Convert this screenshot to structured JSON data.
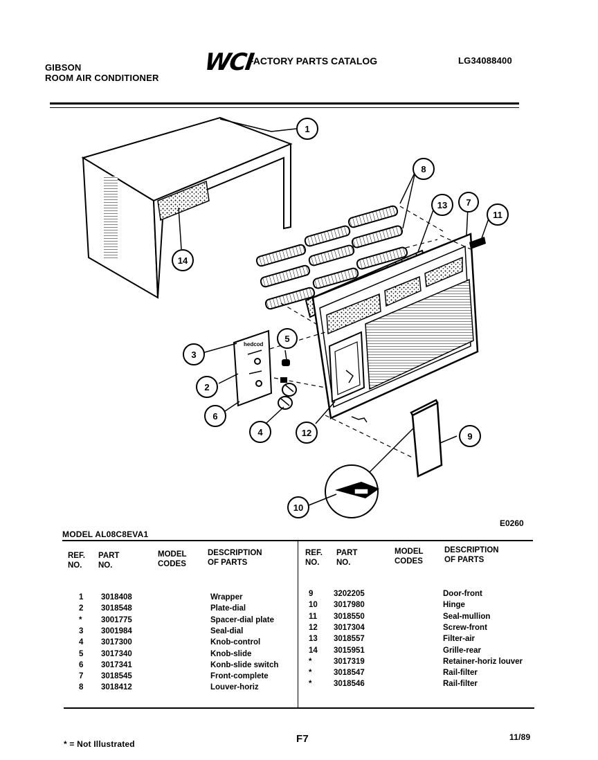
{
  "header": {
    "brand": "GIBSON",
    "subtitle": "ROOM AIR CONDITIONER",
    "logo": "WCI",
    "catalog_title": "FACTORY PARTS CATALOG",
    "catalog_number": "LG34088400"
  },
  "diagram": {
    "callouts": [
      "1",
      "2",
      "3",
      "4",
      "5",
      "6",
      "7",
      "8",
      "9",
      "10",
      "11",
      "12",
      "13",
      "14"
    ],
    "figure_code": "E0260"
  },
  "model_label": "MODEL AL08C8EVA1",
  "table": {
    "headers": {
      "ref": [
        "REF.",
        "NO."
      ],
      "part": [
        "PART",
        "NO."
      ],
      "model": [
        "MODEL",
        "CODES"
      ],
      "desc": [
        "DESCRIPTION",
        "OF PARTS"
      ]
    },
    "left_rows": [
      {
        "ref": "1",
        "part": "3018408",
        "desc": "Wrapper"
      },
      {
        "ref": "2",
        "part": "3018548",
        "desc": "Plate-dial"
      },
      {
        "ref": "*",
        "part": "3001775",
        "desc": "Spacer-dial plate"
      },
      {
        "ref": "3",
        "part": "3001984",
        "desc": "Seal-dial"
      },
      {
        "ref": "4",
        "part": "3017300",
        "desc": "Knob-control"
      },
      {
        "ref": "5",
        "part": "3017340",
        "desc": "Knob-slide"
      },
      {
        "ref": "6",
        "part": "3017341",
        "desc": "Konb-slide switch"
      },
      {
        "ref": "7",
        "part": "3018545",
        "desc": "Front-complete"
      },
      {
        "ref": "8",
        "part": "3018412",
        "desc": "Louver-horiz"
      }
    ],
    "right_rows": [
      {
        "ref": "9",
        "part": "3202205",
        "desc": "Door-front"
      },
      {
        "ref": "10",
        "part": "3017980",
        "desc": "Hinge"
      },
      {
        "ref": "11",
        "part": "3018550",
        "desc": "Seal-mullion"
      },
      {
        "ref": "12",
        "part": "3017304",
        "desc": "Screw-front"
      },
      {
        "ref": "13",
        "part": "3018557",
        "desc": "Filter-air"
      },
      {
        "ref": "14",
        "part": "3015951",
        "desc": "Grille-rear"
      },
      {
        "ref": "*",
        "part": "3017319",
        "desc": "Retainer-horiz louver"
      },
      {
        "ref": "*",
        "part": "3018547",
        "desc": "Rail-filter"
      },
      {
        "ref": "*",
        "part": "3018546",
        "desc": "Rail-filter"
      }
    ]
  },
  "footer": {
    "note": "* = Not Illustrated",
    "page": "F7",
    "date": "11/89"
  }
}
